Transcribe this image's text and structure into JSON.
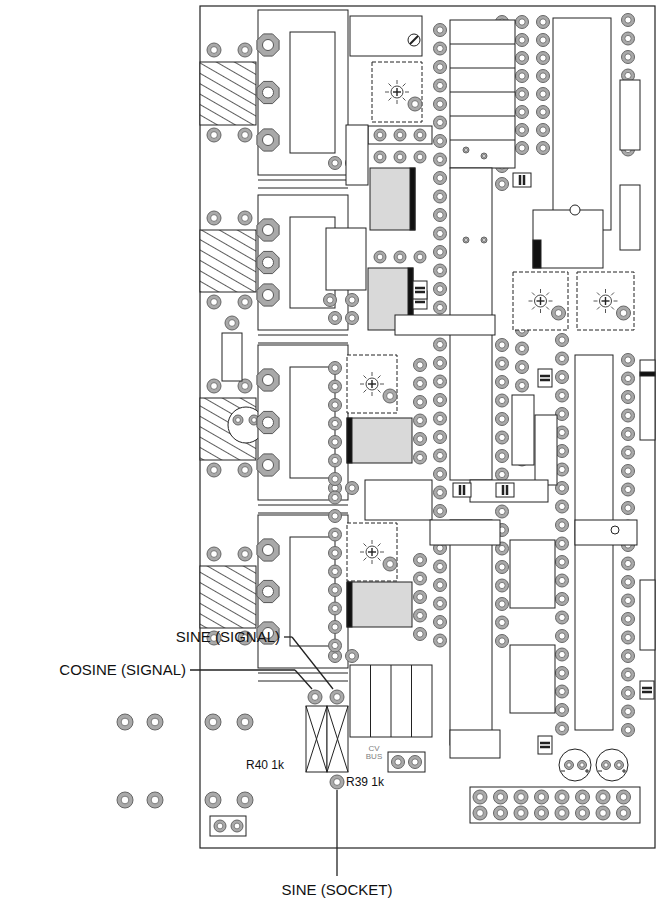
{
  "diagram": {
    "labels": [
      "SINE (SIGNAL)",
      "COSINE (SIGNAL)",
      "R40 1k",
      "R39 1k",
      "SINE (SOCKET)",
      "CV BUS"
    ]
  }
}
